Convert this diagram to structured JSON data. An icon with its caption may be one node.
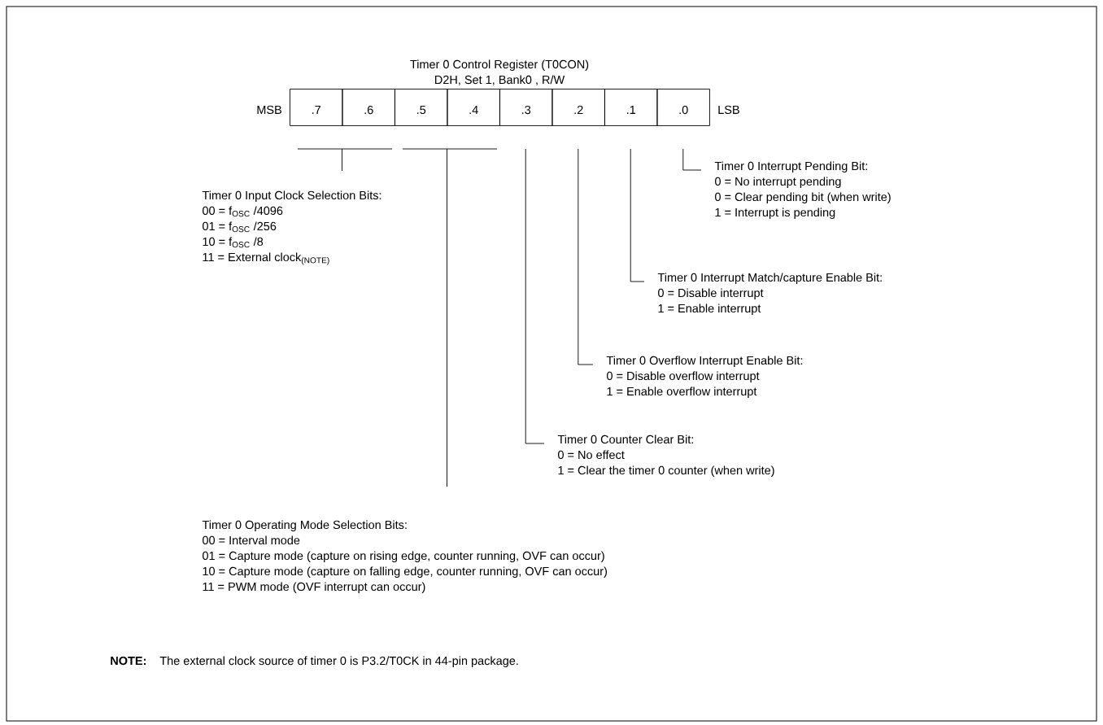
{
  "diagram": {
    "title": "Timer 0 Control Register (T0CON)",
    "nodes": [
      {
        "text": [
          ".7"
        ],
        "beside": [
          "MSB"
        ]
      },
      {
        "text": [
          ".6"
        ]
      },
      {
        "text": [
          ".5"
        ]
      },
      {
        "text": [
          ".4"
        ]
      },
      {
        "text": [
          ".3"
        ]
      },
      {
        "text": [
          ".2"
        ]
      },
      {
        "text": [
          ".1"
        ]
      },
      {
        "text": [
          ".0"
        ],
        "beside": [
          "LSB"
        ]
      },
      {
        "text": [
          "Timer 0 Interrupt Pending Bit:",
          "0 = No interrupt pending",
          "0 = Clear pending bit (when write)",
          "1 = Interrupt is pending"
        ]
      },
      {
        "text": [
          "Timer 0 Input Clock Selection Bits:",
          "00 = f$_{OSC}$ /4096",
          "01 = f$_{OSC}$ /256",
          "10 = f$_{OSC}$ /8",
          "11 = External clock$_{(NOTE)}$"
        ]
      },
      {
        "text": [
          "Timer 0 Interrupt Match/capture Enable Bit:",
          "0 = Disable interrupt",
          "1 = Enable interrupt"
        ]
      },
      {
        "text": [
          "Timer 0 Overflow Interrupt Enable Bit:",
          "0 = Disable overflow interrupt",
          "1 = Enable overflow interrupt"
        ]
      },
      {
        "text": [
          "Timer 0 Counter Clear Bit:",
          "0 = No effect",
          "1 = Clear the timer 0 counter (when write)"
        ]
      },
      {
        "text": [
          "Timer 0 Operating Mode Selection Bits:",
          "00 = Interval mode",
          "01 = Capture mode (capture on rising edge, counter running, OVF can occur)",
          "10 = Capture mode (capture on falling edge, counter running, OVF can occur)",
          "11 = PWM mode (OVF interrupt can occur)"
        ]
      }
    ],
    "edges": [
      {
        "from": 0,
        "to": 9,
        "arrow": "none"
      },
      {
        "from": 1,
        "to": 9,
        "arrow": "none"
      },
      {
        "from": 2,
        "to": 13,
        "arrow": "none"
      },
      {
        "from": 3,
        "to": 13,
        "arrow": "none"
      },
      {
        "from": 4,
        "to": 12,
        "arrow": "none"
      },
      {
        "from": 5,
        "to": 11,
        "arrow": "none"
      },
      {
        "from": 6,
        "to": 10,
        "arrow": "none"
      },
      {
        "from": 7,
        "to": 8,
        "arrow": "none"
      }
    ],
    "labels": [
      "D2H, Set 1, Bank0 , R/W",
      "NOTE:",
      "The external clock source of timer 0 is P3.2/T0CK in 44-pin package."
    ]
  }
}
